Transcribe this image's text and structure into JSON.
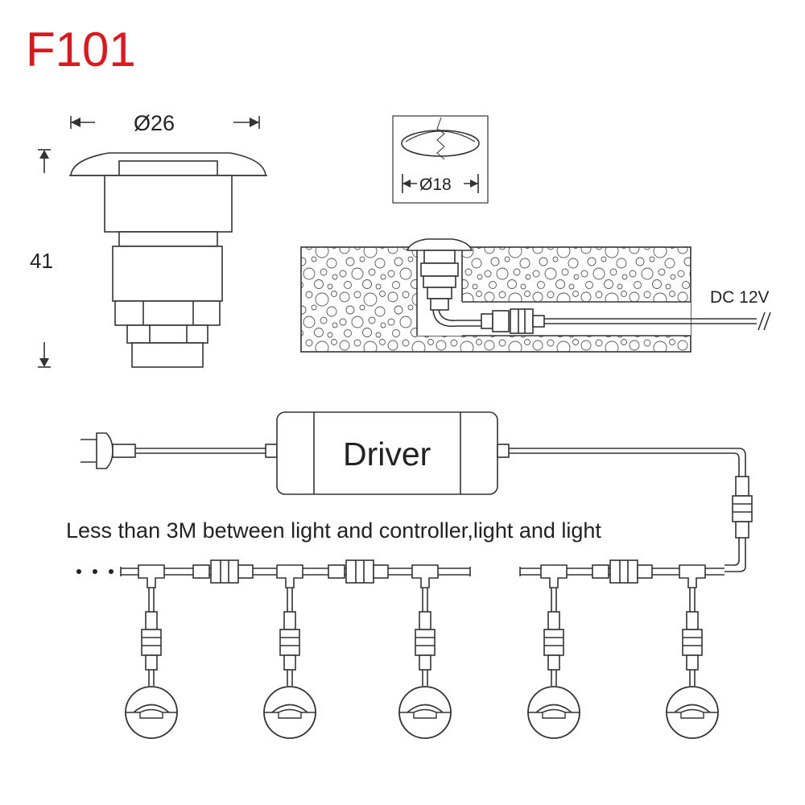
{
  "title": "F101",
  "dimensions": {
    "diameter_top": "Ø26",
    "height": "41",
    "hole_diameter": "Ø18"
  },
  "install": {
    "power_label": "DC 12V"
  },
  "wiring": {
    "driver_label": "Driver",
    "note": "Less than 3M between light and controller,light and light"
  },
  "colors": {
    "title": "#e0161b",
    "line": "#333333",
    "dots": "#222222"
  },
  "icons": [
    "plug-icon",
    "led-light-icon",
    "connector-icon",
    "t-junction-icon"
  ]
}
